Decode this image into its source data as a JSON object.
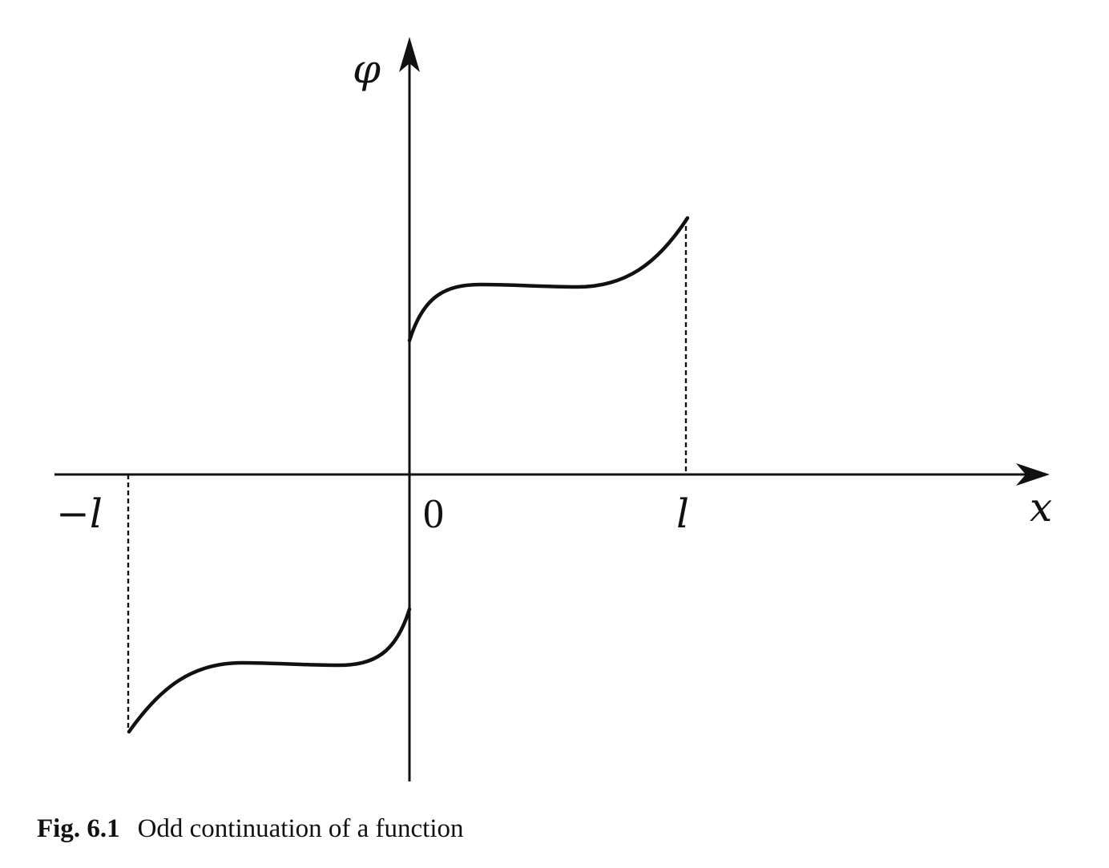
{
  "figure": {
    "axis_labels": {
      "x": "x",
      "y": "φ"
    },
    "tick_labels": {
      "neg_l": "−l",
      "origin": "0",
      "pos_l": "l"
    }
  },
  "caption": {
    "label": "Fig. 6.1",
    "text": "Odd continuation of a function"
  },
  "colors": {
    "ink": "#111111",
    "background": "#ffffff"
  }
}
